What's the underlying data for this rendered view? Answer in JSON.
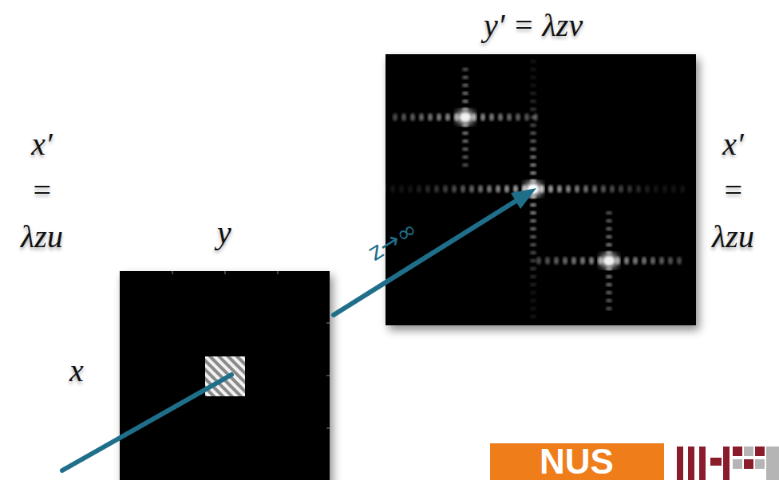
{
  "diagram": {
    "nodes": [
      {
        "text": [
          "NUS"
        ]
      }
    ],
    "labels": [
      "y′ = λzv",
      "x′ = λzu",
      "y",
      "x",
      "x′ = λzu",
      "z→∞"
    ]
  }
}
